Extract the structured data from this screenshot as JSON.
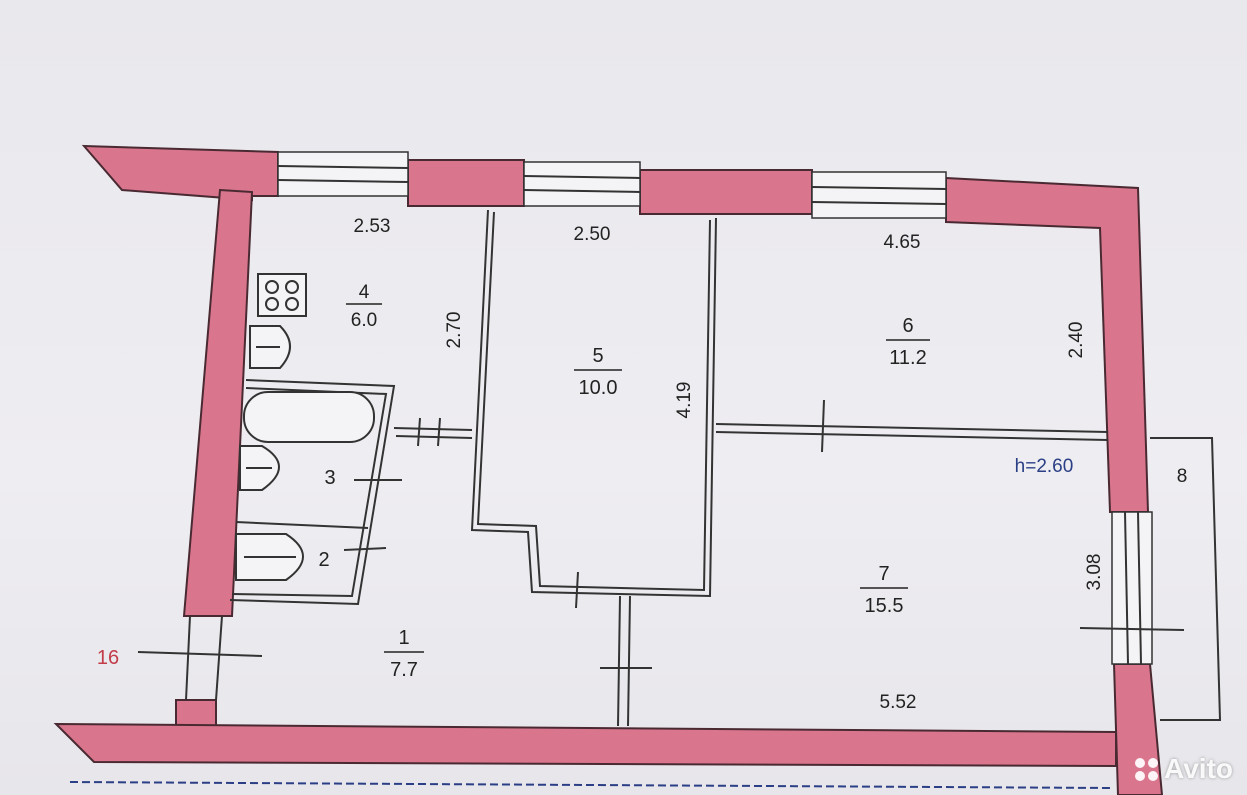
{
  "plan": {
    "ceiling_height": "h=2.60",
    "entrance_label": "16",
    "balcony_label": "8",
    "rooms": [
      {
        "number": "1",
        "area": "7.7"
      },
      {
        "number": "2",
        "area": ""
      },
      {
        "number": "3",
        "area": ""
      },
      {
        "number": "4",
        "area": "6.0"
      },
      {
        "number": "5",
        "area": "10.0"
      },
      {
        "number": "6",
        "area": "11.2"
      },
      {
        "number": "7",
        "area": "15.5"
      }
    ],
    "dimensions": {
      "kitchen_width": "2.53",
      "room5_width": "2.50",
      "room6_width": "4.65",
      "kitchen_depth": "2.70",
      "room5_depth": "4.19",
      "room6_depth": "2.40",
      "room7_depth": "3.08",
      "room7_width": "5.52"
    },
    "colors": {
      "wall": "#d9758c",
      "line": "#333333",
      "accent_text": "#2b3f86",
      "entrance_text": "#c23c4a"
    }
  },
  "watermark": {
    "text": "Avito"
  }
}
